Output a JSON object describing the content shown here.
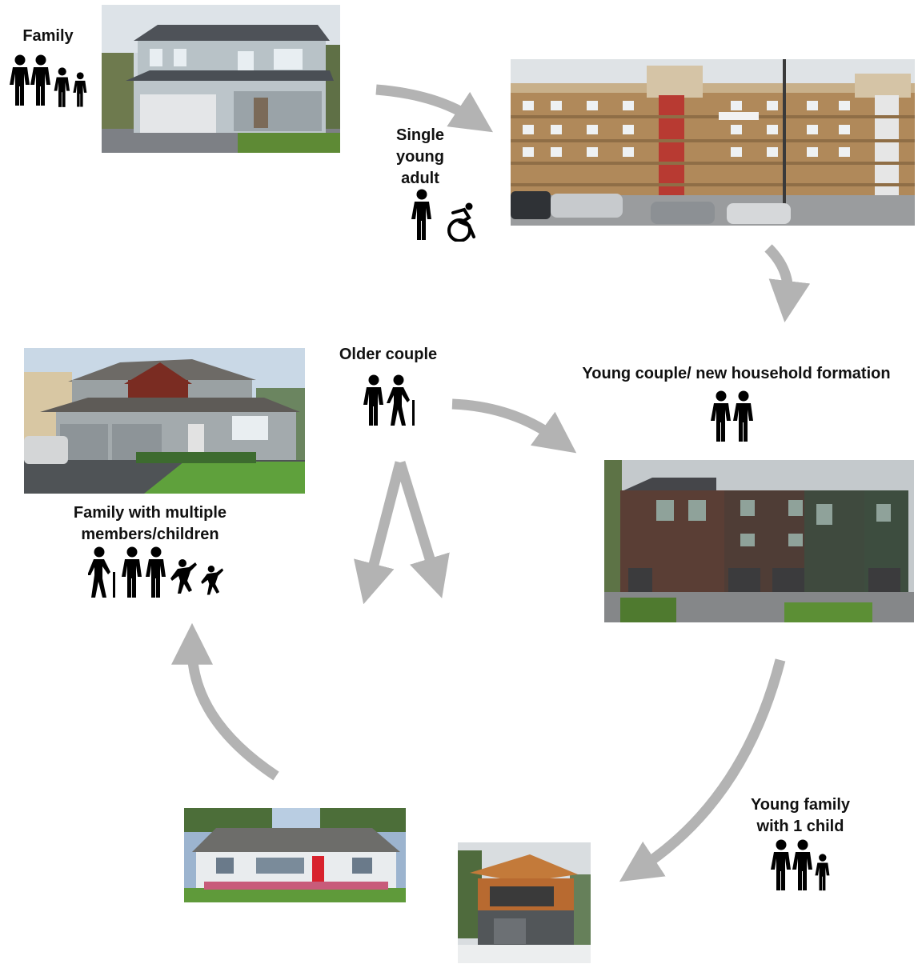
{
  "stages": {
    "family": {
      "label": "Family"
    },
    "single_young_adult": {
      "label_lines": [
        "Single",
        "young",
        "adult"
      ]
    },
    "young_couple": {
      "label": "Young couple/ new household formation"
    },
    "young_family": {
      "label_lines": [
        "Young family",
        "with 1 child"
      ]
    },
    "family_multiple": {
      "label_lines": [
        "Family with multiple",
        "members/children"
      ]
    },
    "older_couple": {
      "label": "Older couple"
    }
  },
  "icons": {
    "family": [
      "person-icon",
      "person-icon",
      "child-icon",
      "child-icon"
    ],
    "single_young_adult": [
      "person-icon",
      "wheelchair-icon"
    ],
    "young_couple": [
      "person-icon",
      "person-icon"
    ],
    "young_family": [
      "person-icon",
      "person-icon",
      "child-icon"
    ],
    "family_multiple": [
      "elder-with-cane-icon",
      "person-icon",
      "person-icon",
      "dancing-child-icon",
      "dancing-child-icon"
    ],
    "older_couple": [
      "person-icon",
      "elder-with-cane-icon"
    ]
  },
  "photos": {
    "family_house": "two-story suburban house with garage",
    "apartment": "multi-story apartment building",
    "townhouses": "row of townhouses",
    "small_house": "small house over garage",
    "ranch_house": "single-story ranch house",
    "large_house": "large two-story family house"
  },
  "colors": {
    "arrow": "#b3b3b3",
    "icon": "#000000",
    "text": "#111111"
  }
}
